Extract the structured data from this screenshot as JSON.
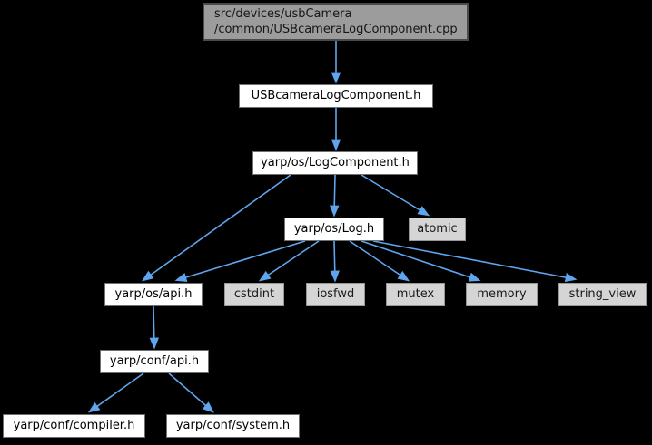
{
  "diagram": {
    "type": "include_dependency_graph",
    "nodes": {
      "cpp": {
        "label_line1": "src/devices/usbCamera",
        "label_line2": "/common/USBcameraLogComponent.cpp"
      },
      "usb_log_component_h": {
        "label": "USBcameraLogComponent.h"
      },
      "log_component_h": {
        "label": "yarp/os/LogComponent.h"
      },
      "log_h": {
        "label": "yarp/os/Log.h"
      },
      "atomic": {
        "label": "atomic"
      },
      "os_api_h": {
        "label": "yarp/os/api.h"
      },
      "cstdint": {
        "label": "cstdint"
      },
      "iosfwd": {
        "label": "iosfwd"
      },
      "mutex": {
        "label": "mutex"
      },
      "memory": {
        "label": "memory"
      },
      "string_view": {
        "label": "string_view"
      },
      "conf_api_h": {
        "label": "yarp/conf/api.h"
      },
      "conf_compiler_h": {
        "label": "yarp/conf/compiler.h"
      },
      "conf_system_h": {
        "label": "yarp/conf/system.h"
      }
    },
    "edges": [
      {
        "from": "cpp",
        "to": "usb_log_component_h"
      },
      {
        "from": "usb_log_component_h",
        "to": "log_component_h"
      },
      {
        "from": "log_component_h",
        "to": "log_h"
      },
      {
        "from": "log_component_h",
        "to": "atomic"
      },
      {
        "from": "log_component_h",
        "to": "os_api_h"
      },
      {
        "from": "log_h",
        "to": "os_api_h"
      },
      {
        "from": "log_h",
        "to": "cstdint"
      },
      {
        "from": "log_h",
        "to": "iosfwd"
      },
      {
        "from": "log_h",
        "to": "mutex"
      },
      {
        "from": "log_h",
        "to": "memory"
      },
      {
        "from": "log_h",
        "to": "string_view"
      },
      {
        "from": "os_api_h",
        "to": "conf_api_h"
      },
      {
        "from": "conf_api_h",
        "to": "conf_compiler_h"
      },
      {
        "from": "conf_api_h",
        "to": "conf_system_h"
      }
    ]
  },
  "colors": {
    "background": "#000000",
    "edge_blue": "#5FA5EE",
    "node_white_fill": "#FFFFFF",
    "node_white_border": "#707070",
    "leaf_fill": "#D5D5D5",
    "leaf_border": "#989898",
    "main_fill": "#9C9C9C",
    "main_border": "#4A4A4A",
    "text": "#000000"
  }
}
